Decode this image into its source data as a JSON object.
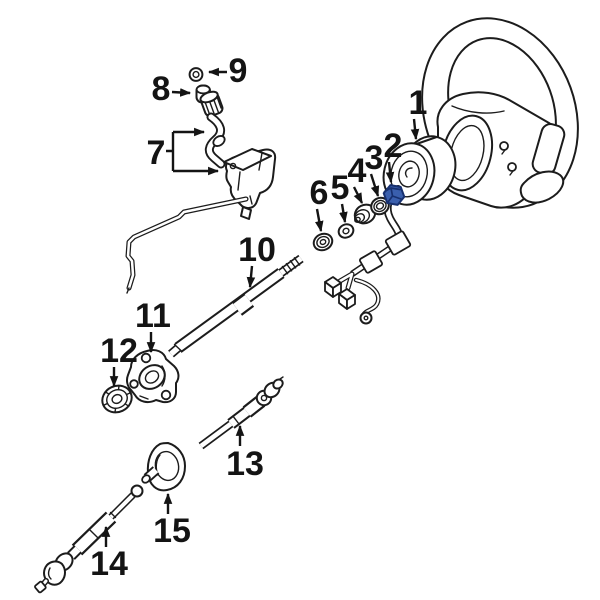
{
  "diagram": {
    "kind": "exploded-parts-diagram",
    "subject": "Steering column assembly with steering wheel",
    "background": "#ffffff",
    "line_color": "#1c1c1c",
    "text_color": "#141414",
    "highlight": {
      "fill": "#3a5fad",
      "stroke": "#17306f",
      "highlighted_callout": "2"
    },
    "callouts": [
      {
        "text": "1"
      },
      {
        "text": "2"
      },
      {
        "text": "3"
      },
      {
        "text": "4"
      },
      {
        "text": "5"
      },
      {
        "text": "6"
      },
      {
        "text": "7"
      },
      {
        "text": "8"
      },
      {
        "text": "9"
      },
      {
        "text": "10"
      },
      {
        "text": "11"
      },
      {
        "text": "12"
      },
      {
        "text": "13"
      },
      {
        "text": "14"
      },
      {
        "text": "15"
      }
    ]
  }
}
